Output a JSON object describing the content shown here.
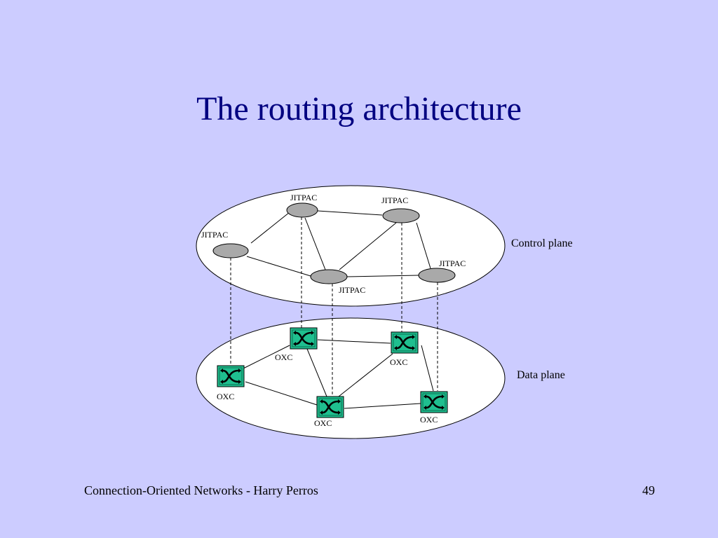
{
  "slide": {
    "title": "The routing architecture",
    "footer_left": "Connection-Oriented Networks - Harry Perros",
    "page_number": "49"
  },
  "diagram": {
    "control_plane_label": "Control plane",
    "data_plane_label": "Data plane",
    "controllers": [
      {
        "id": "c1",
        "label": "JITPAC"
      },
      {
        "id": "c2",
        "label": "JITPAC"
      },
      {
        "id": "c3",
        "label": "JITPAC"
      },
      {
        "id": "c4",
        "label": "JITPAC"
      },
      {
        "id": "c5",
        "label": "JITPAC"
      }
    ],
    "switches": [
      {
        "id": "s1",
        "label": "OXC"
      },
      {
        "id": "s2",
        "label": "OXC"
      },
      {
        "id": "s3",
        "label": "OXC"
      },
      {
        "id": "s4",
        "label": "OXC"
      },
      {
        "id": "s5",
        "label": "OXC"
      }
    ],
    "colors": {
      "background": "#ccccff",
      "title": "#000080",
      "controller_fill": "#a9a9a9",
      "switch_fill": "#1fbf8f",
      "plane_fill": "#ffffff"
    }
  }
}
